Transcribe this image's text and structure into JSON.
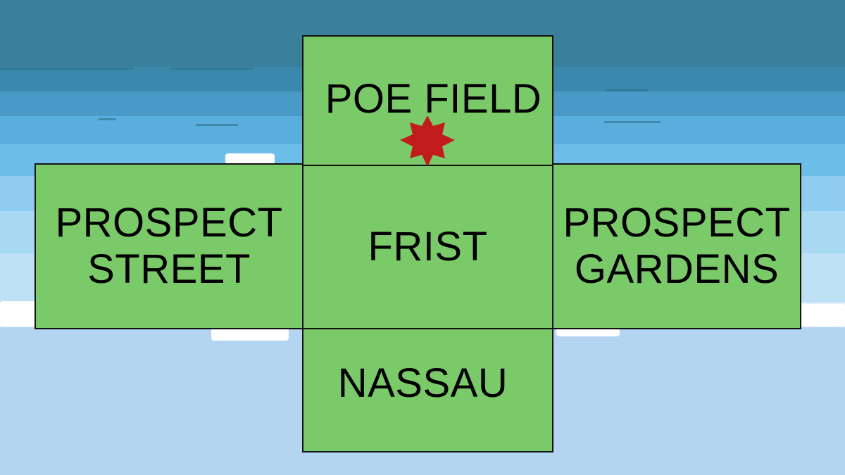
{
  "game": {
    "rooms": {
      "poe_field": "POE FIELD",
      "prospect_street": "PROSPECT\nSTREET",
      "frist": "FRIST",
      "prospect_gardens": "PROSPECT\nGARDENS",
      "nassau": "NASSAU"
    },
    "player_location": "POE FIELD",
    "marker_icon": "red-star-icon",
    "colors": {
      "tile": "#7bca69",
      "marker": "#c21b1b",
      "border": "#111111"
    }
  }
}
